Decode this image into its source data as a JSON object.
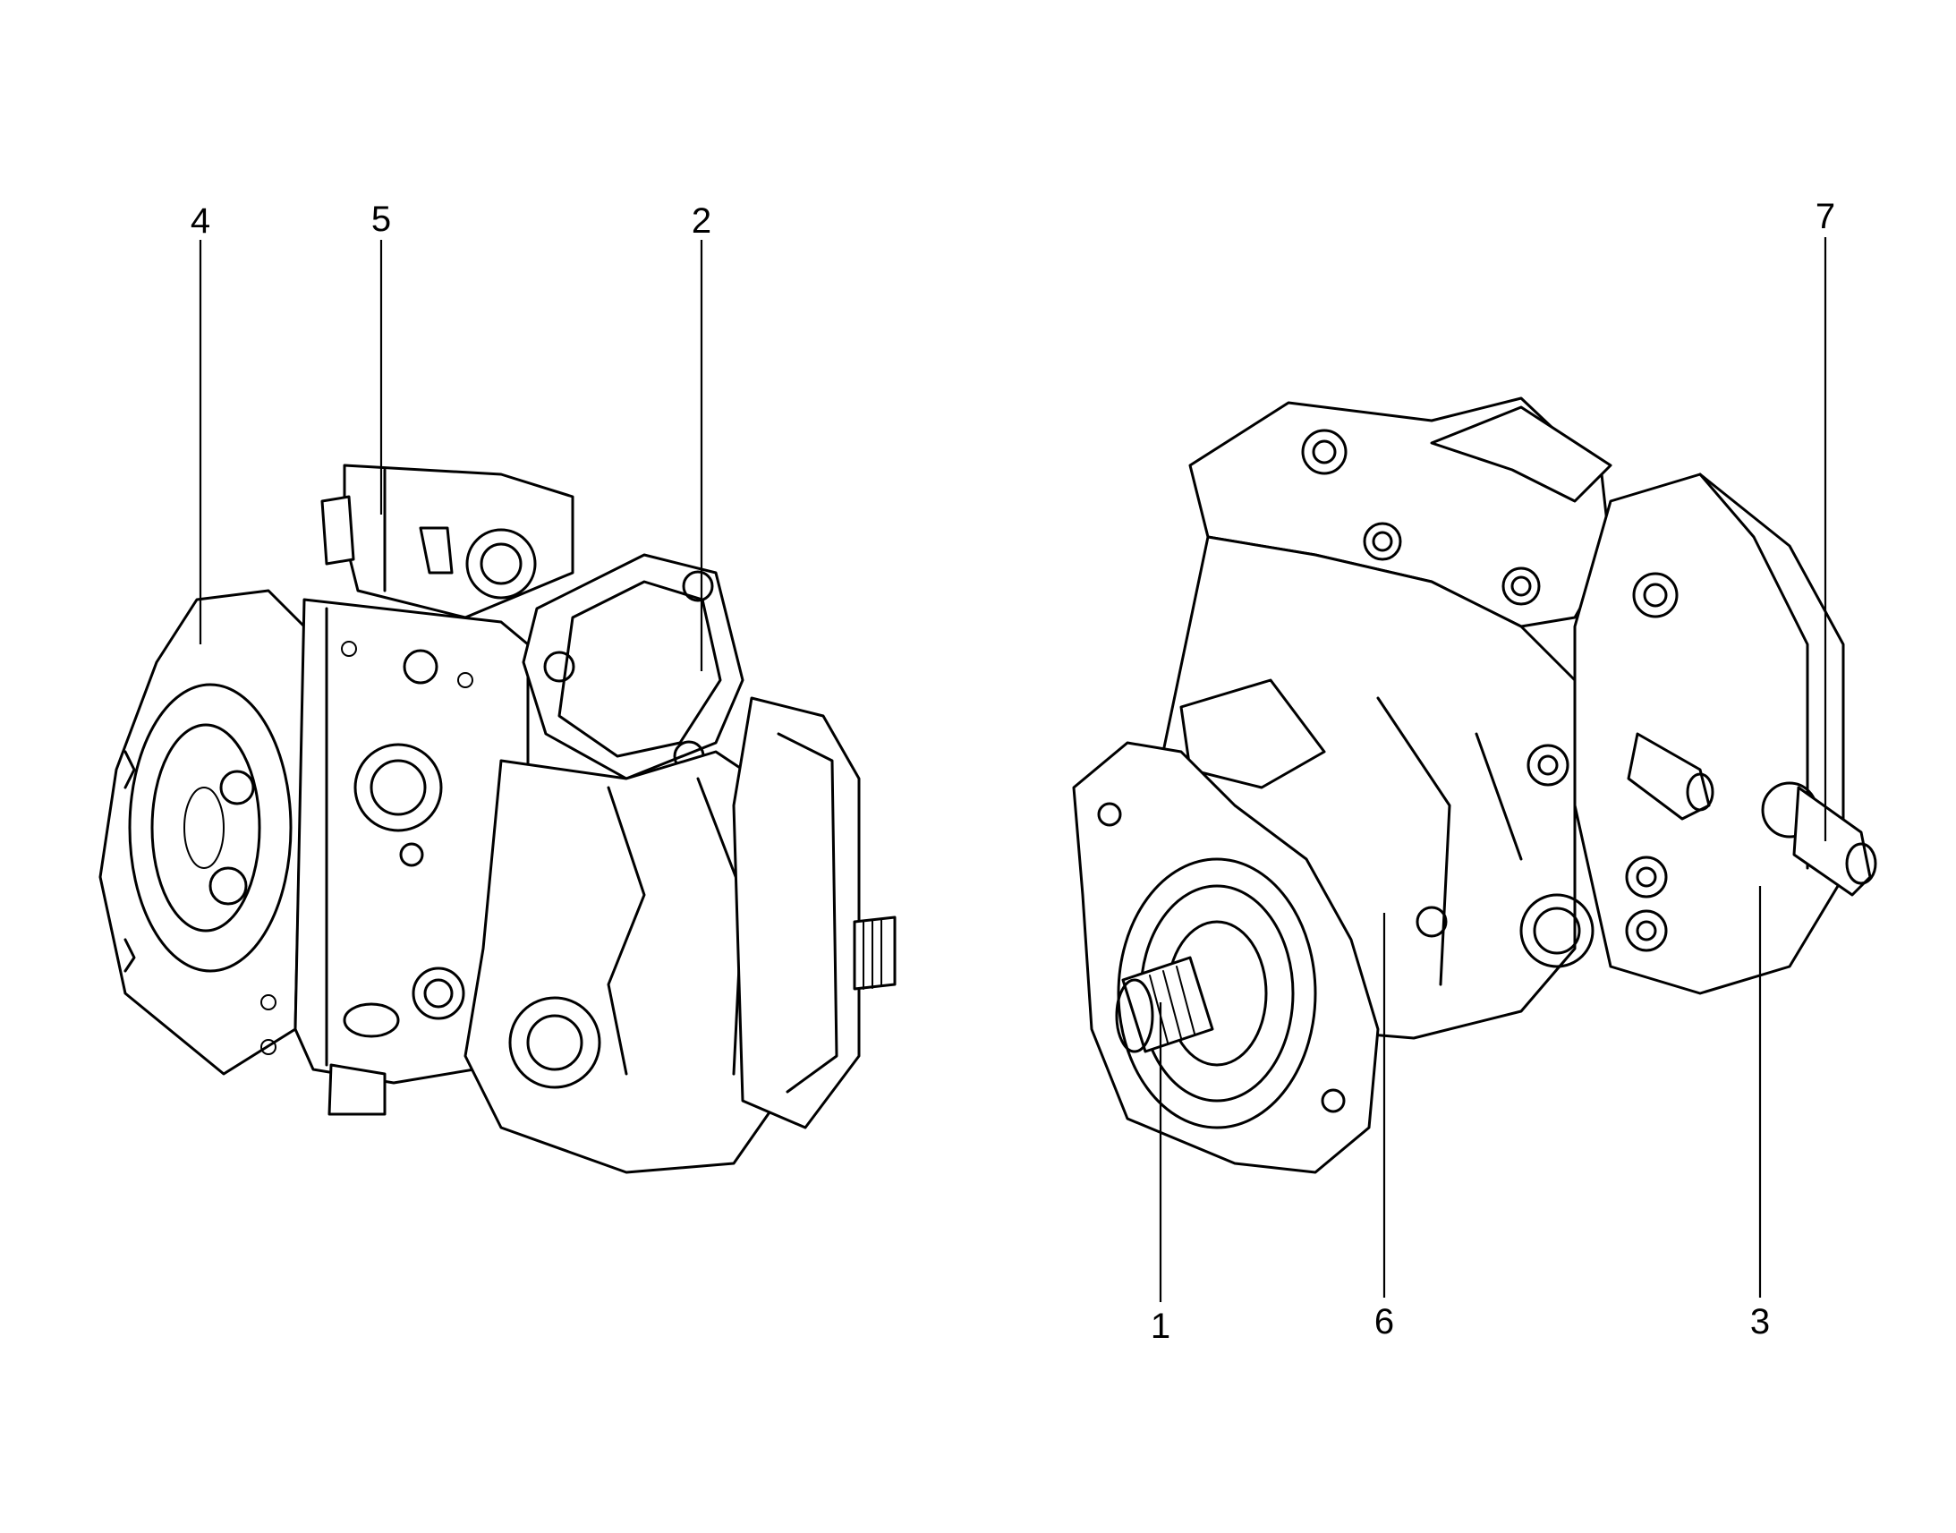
{
  "diagram": {
    "left_unit": {
      "callouts": [
        {
          "id": "callout-4",
          "label": "4"
        },
        {
          "id": "callout-5",
          "label": "5"
        },
        {
          "id": "callout-2",
          "label": "2"
        }
      ]
    },
    "right_unit": {
      "callouts": [
        {
          "id": "callout-7",
          "label": "7"
        },
        {
          "id": "callout-1",
          "label": "1"
        },
        {
          "id": "callout-6",
          "label": "6"
        },
        {
          "id": "callout-3",
          "label": "3"
        }
      ]
    }
  },
  "colors": {
    "line": "#000000",
    "background": "#ffffff"
  }
}
